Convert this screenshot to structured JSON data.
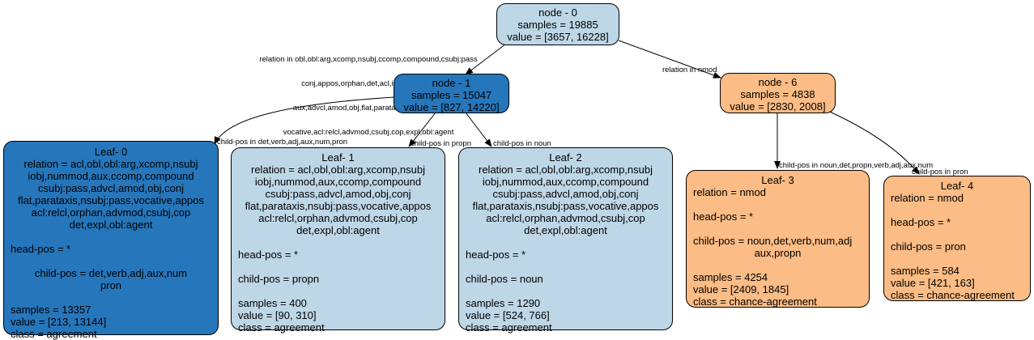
{
  "nodes": {
    "node0": {
      "title": "node - 0",
      "samples": "samples = 19885",
      "value": "value = [3657, 16228]"
    },
    "node1": {
      "title": "node - 1",
      "samples": "samples = 15047",
      "value": "value = [827, 14220]"
    },
    "node6": {
      "title": "node - 6",
      "samples": "samples = 4838",
      "value": "value = [2830, 2008]"
    },
    "leaf0": {
      "title": "Leaf- 0",
      "relation": [
        "relation = acl,obl,obl:arg,xcomp,nsubj",
        "iobj,nummod,aux,ccomp,compound",
        "csubj:pass,advcl,amod,obj,conj",
        "flat,parataxis,nsubj:pass,vocative,appos",
        "acl:relcl,orphan,advmod,csubj,cop",
        "det,expl,obl:agent"
      ],
      "head_pos": "head-pos = *",
      "child_pos": [
        "child-pos = det,verb,adj,aux,num",
        "pron"
      ],
      "samples": "samples = 13357",
      "value": "value = [213, 13144]",
      "class": "class = agreement"
    },
    "leaf1": {
      "title": "Leaf- 1",
      "relation": [
        "relation = acl,obl,obl:arg,xcomp,nsubj",
        "iobj,nummod,aux,ccomp,compound",
        "csubj:pass,advcl,amod,obj,conj",
        "flat,parataxis,nsubj:pass,vocative,appos",
        "acl:relcl,orphan,advmod,csubj,cop",
        "det,expl,obl:agent"
      ],
      "head_pos": "head-pos = *",
      "child_pos": [
        "child-pos = propn"
      ],
      "samples": "samples = 400",
      "value": "value = [90, 310]",
      "class": "class = agreement"
    },
    "leaf2": {
      "title": "Leaf- 2",
      "relation": [
        "relation = acl,obl,obl:arg,xcomp,nsubj",
        "iobj,nummod,aux,ccomp,compound",
        "csubj:pass,advcl,amod,obj,conj",
        "flat,parataxis,nsubj:pass,vocative,appos",
        "acl:relcl,orphan,advmod,csubj,cop",
        "det,expl,obl:agent"
      ],
      "head_pos": "head-pos = *",
      "child_pos": [
        "child-pos = noun"
      ],
      "samples": "samples = 1290",
      "value": "value = [524, 766]",
      "class": "class = agreement"
    },
    "leaf3": {
      "title": "Leaf- 3",
      "relation": [
        "relation = nmod"
      ],
      "head_pos": "head-pos = *",
      "child_pos": [
        "child-pos = noun,det,verb,num,adj",
        "aux,propn"
      ],
      "samples": "samples = 4254",
      "value": "value = [2409, 1845]",
      "class": "class = chance-agreement"
    },
    "leaf4": {
      "title": "Leaf- 4",
      "relation": [
        "relation = nmod"
      ],
      "head_pos": "head-pos = *",
      "child_pos": [
        "child-pos = pron"
      ],
      "samples": "samples = 584",
      "value": "value = [421, 163]",
      "class": "class = chance-agreement"
    }
  },
  "edge_labels": {
    "e0_1": [
      "relation in obl,obl:arg,xcomp,nsubj,ccomp,compound,csubj:pass",
      "conj,appos,orphan,det,acl,iobj,nummod",
      "aux,advcl,amod,obj,flat,parataxis,nsubj:pass",
      "vocative,acl:relcl,advmod,csubj,cop,expl,obl:agent"
    ],
    "e0_6": "relation in nmod",
    "e1_l0": "child-pos in det,verb,adj,aux,num,pron",
    "e1_l1": "child-pos in propn",
    "e1_l2": "child-pos in noun",
    "e6_l3": "child-pos in noun,det,propn,verb,adj,aux,num",
    "e6_l4": "child-pos in pron"
  },
  "colors": {
    "agreement_dark": "#2676bb",
    "agreement_light": "#bed7e7",
    "chance_agreement": "#fbbc85"
  }
}
